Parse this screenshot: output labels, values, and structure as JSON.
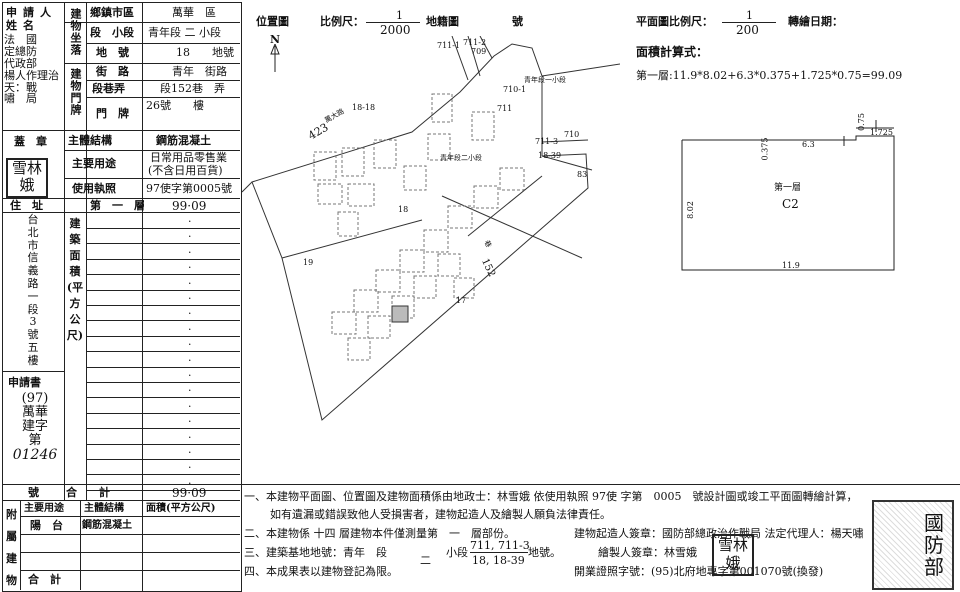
{
  "left_table": {
    "applicant_label": "申請人姓名",
    "applicant_name_lines": [
      "法　國",
      "定總防",
      "代政部",
      "理治",
      "人作",
      "：戰",
      "楊",
      "天",
      "嘯",
      "局"
    ],
    "seal_label": "蓋　章",
    "seal_stamp_text": "雪林娥",
    "address_label": "住　址",
    "address_lines": [
      "台",
      "北",
      "市",
      "信",
      "義",
      "路",
      "一",
      "段",
      "3",
      "號",
      "五",
      "樓"
    ],
    "application_label": "申請書",
    "application_number": [
      "(97)",
      "萬華",
      "建字",
      "第",
      "01246",
      "號"
    ],
    "location_label": "建物坐落",
    "district_label": "鄉鎮市區",
    "district_value": "萬華　區",
    "section_label": "段　小段",
    "section_value": "青年段 二 小段",
    "lot_label": "地　號",
    "lot_value": "18　　地號",
    "door_label": "建物門牌",
    "street_label": "街　路",
    "street_value": "青年　街路",
    "lane_label": "段巷弄",
    "lane_value": "段152巷　弄",
    "door_no_label": "門　牌",
    "door_no_value": "26號　　樓",
    "structure_label": "主體結構",
    "structure_value": "鋼筋混凝土",
    "usage_label": "主要用途",
    "usage_value_1": "日常用品零售業",
    "usage_value_2": "(不含日用百貨)",
    "license_label": "使用執照",
    "license_value": "97使字第0005號",
    "area_col_label": "建築面積(平方公尺)",
    "floor_label": "第　一　層",
    "floor_area": "99·09",
    "dots": [
      "·",
      "·",
      "·",
      "·",
      "·",
      "·",
      "·",
      "·",
      "·",
      "·",
      "·",
      "·",
      "·",
      "·",
      "·",
      "·",
      "·",
      "·"
    ],
    "total_label": "合　　計",
    "total_area": "99·09",
    "annex_label": "附屬建物",
    "annex_usage_header": "主要用途",
    "annex_struct_header": "主體結構",
    "annex_area_header": "面積(平方公尺)",
    "annex_usage": "陽　台",
    "annex_struct": "鋼筋混凝土",
    "annex_total_label": "合　計"
  },
  "site_plan": {
    "title": "位置圖",
    "scale_label": "比例尺：",
    "scale_num": "1",
    "scale_den": "2000",
    "cadastral_label": "地籍圖",
    "number_label": "號",
    "north": "N",
    "labels": [
      "711-1",
      "711-2",
      "709",
      "710-1",
      "710",
      "711",
      "711-3",
      "18-39",
      "83",
      "18",
      "18-18",
      "19",
      "17",
      "423",
      "青年段一小段",
      "青年段二小段",
      "巷",
      "152",
      "萬大路"
    ]
  },
  "floor_plan": {
    "scale_label": "平面圖比例尺：",
    "scale_num": "1",
    "scale_den": "200",
    "transfer_label": "轉繪日期：",
    "formula_title": "面積計算式：",
    "formula": "第一層:11.9*8.02+6.3*0.375+1.725*0.75=99.09",
    "floor_name": "第一層",
    "floor_code": "C2",
    "dims": [
      "0.75",
      "1.725",
      "6.3",
      "0.375",
      "8.02",
      "11.9"
    ]
  },
  "notes": {
    "n1": "一、本建物平面圖、位置圖及建物面積係由地政士：林雪娥 依使用執照 97使 字第　0005　號設計圖或竣工平面圖轉繪計算，",
    "n1b": "如有遺漏或錯誤致他人受損害者，建物起造人及繪製人願負法律責任。",
    "n2": "二、本建物係 十四 層建物本件僅測量第　一　層部份。",
    "n2_right": "建物起造人簽章：國防部總政治作戰局 法定代理人：楊天嘯",
    "n3_a": "三、建築基地地號：青年　段",
    "n3_sec": "二",
    "n3_sub": "小段",
    "n3_lots_top": "711, 711-3",
    "n3_lots_bottom": "18, 18-39",
    "n3_end": "地號。",
    "n3_right": "繪製人簽章：林雪娥",
    "n4": "四、本成果表以建物登記為限。",
    "n4_right": "開業證照字號：(95)北府地專字第001070號(換發)",
    "seal_right": "國防部"
  }
}
